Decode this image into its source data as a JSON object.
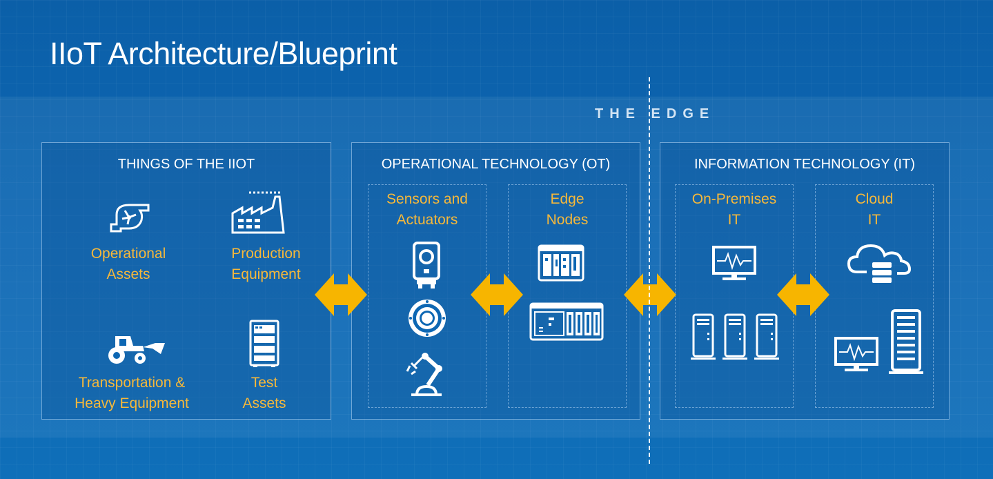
{
  "title": "IIoT Architecture/Blueprint",
  "edge_label": "THE EDGE",
  "colors": {
    "background": "#0d67b3",
    "accent_gold": "#f6b83a",
    "arrow": "#f7b500",
    "text": "#ffffff"
  },
  "things": {
    "header": "THINGS OF THE IIOT",
    "items": [
      {
        "line1": "Operational",
        "line2": "Assets",
        "icon": "turbine-icon"
      },
      {
        "line1": "Production",
        "line2": "Equipment",
        "icon": "factory-icon"
      },
      {
        "line1": "Transportation &",
        "line2": "Heavy Equipment",
        "icon": "loader-tractor-icon"
      },
      {
        "line1": "Test",
        "line2": "Assets",
        "icon": "test-rack-icon"
      }
    ]
  },
  "ot": {
    "header": "OPERATIONAL TECHNOLOGY (OT)",
    "sensors": {
      "line1": "Sensors and",
      "line2": "Actuators",
      "icons": [
        "camera-sensor-icon",
        "speaker-sensor-icon",
        "robot-arm-icon"
      ]
    },
    "edge_nodes": {
      "line1": "Edge",
      "line2": "Nodes",
      "icons": [
        "edge-device-icon",
        "controller-rack-icon"
      ]
    }
  },
  "it": {
    "header": "INFORMATION TECHNOLOGY (IT)",
    "on_prem": {
      "line1": "On-Premises",
      "line2": "IT",
      "icons": [
        "monitor-icon",
        "server-tower-icon"
      ]
    },
    "cloud": {
      "line1": "Cloud",
      "line2": "IT",
      "icons": [
        "cloud-database-icon",
        "monitor-icon",
        "server-rack-icon"
      ]
    }
  }
}
